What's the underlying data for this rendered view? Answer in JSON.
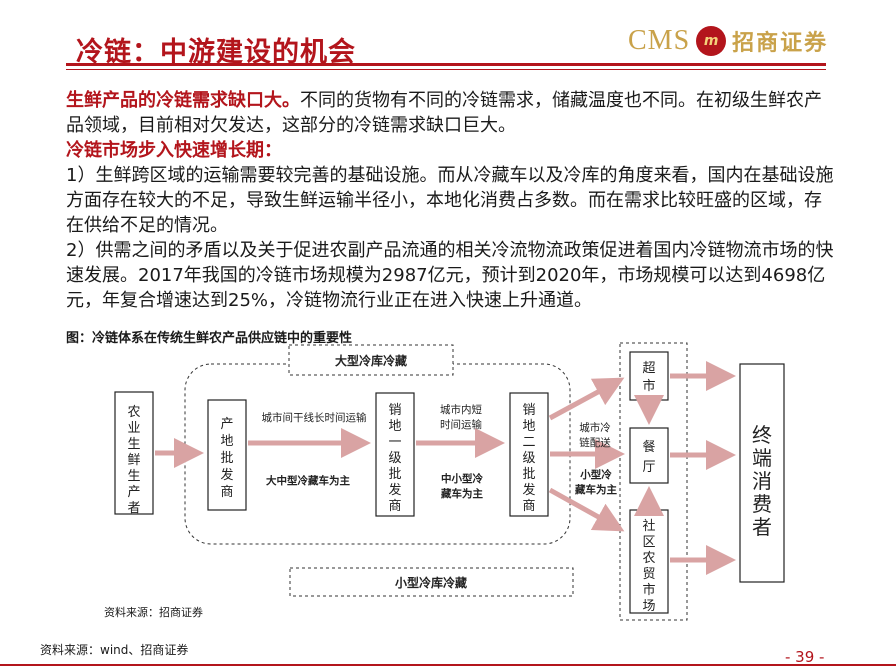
{
  "slide": {
    "title": "冷链：中游建设的机会",
    "logo": {
      "cms": "CMS",
      "mark": "m",
      "name": "招商证券"
    },
    "page_number": "- 39 -"
  },
  "content": {
    "p1_heading": "生鲜产品的冷链需求缺口大。",
    "p1_text": "不同的货物有不同的冷链需求，储藏温度也不同。在初级生鲜农产品领域，目前相对欠发达，这部分的冷链需求缺口巨大。",
    "p2_heading": "冷链市场步入快速增长期：",
    "p3_text": "1）生鲜跨区域的运输需要较完善的基础设施。而从冷藏车以及冷库的角度来看，国内在基础设施方面存在较大的不足，导致生鲜运输半径小，本地化消费占多数。而在需求比较旺盛的区域，存在供给不足的情况。",
    "p4_text": "2）供需之间的矛盾以及关于促进农副产品流通的相关冷流物流政策促进着国内冷链物流市场的快速发展。2017年我国的冷链市场规模为2987亿元，预计到2020年，市场规模可以达到4698亿元，年复合增速达到25%，冷链物流行业正在进入快速上升通道。"
  },
  "figure": {
    "caption": "图：冷链体系在传统生鲜农产品供应链中的重要性",
    "source_inner": "资料来源：招商证券",
    "source_outer": "资料来源：wind、招商证券",
    "labels": {
      "large_cold_storage": "大型冷库冷藏",
      "small_cold_storage": "小型冷库冷藏",
      "intercity_transport": "城市间干线长时间运输",
      "truck_large": "大中型冷藏车为主",
      "intracity_short_1": "城市内短",
      "intracity_short_2": "时间运输",
      "truck_mid_1": "中小型冷",
      "truck_mid_2": "藏车为主",
      "city_delivery_1": "城市冷",
      "city_delivery_2": "链配送",
      "truck_small_1": "小型冷",
      "truck_small_2": "藏车为主"
    },
    "nodes": {
      "producer": [
        "农",
        "业",
        "生",
        "鲜",
        "生",
        "产",
        "者"
      ],
      "origin_wholesale": [
        "产",
        "地",
        "批",
        "发",
        "商"
      ],
      "primary_wholesale": [
        "销",
        "地",
        "一",
        "级",
        "批",
        "发",
        "商"
      ],
      "secondary_wholesale": [
        "销",
        "地",
        "二",
        "级",
        "批",
        "发",
        "商"
      ],
      "supermarket": [
        "超",
        "市"
      ],
      "restaurant": [
        "餐",
        "厅"
      ],
      "community_market": [
        "社",
        "区",
        "农",
        "贸",
        "市",
        "场"
      ],
      "consumer": [
        "终",
        "端",
        "消",
        "费",
        "者"
      ]
    },
    "colors": {
      "arrow": "#d9a3a3",
      "box_border": "#222222",
      "accent_red": "#b3151c"
    }
  }
}
